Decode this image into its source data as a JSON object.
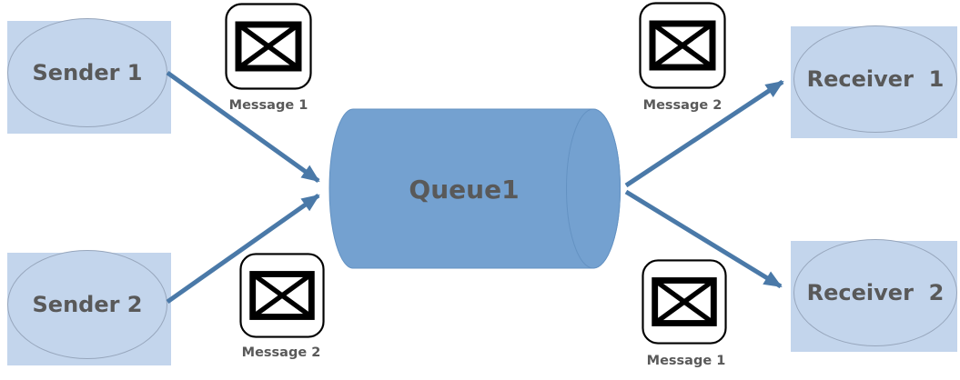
{
  "diagram": {
    "type": "message-queue-flow",
    "nodes": {
      "sender1": {
        "label": "Sender 1"
      },
      "sender2": {
        "label": "Sender 2"
      },
      "queue": {
        "label": "Queue1"
      },
      "receiver1": {
        "label": "Receiver  1"
      },
      "receiver2": {
        "label": "Receiver  2"
      }
    },
    "messages": {
      "top_left": {
        "label": "Message 1"
      },
      "bottom_left": {
        "label": "Message 2"
      },
      "top_right": {
        "label": "Message 2"
      },
      "bottom_right": {
        "label": "Message 1"
      }
    },
    "edges": [
      {
        "from": "Sender 1",
        "to": "Queue1"
      },
      {
        "from": "Sender 2",
        "to": "Queue1"
      },
      {
        "from": "Queue1",
        "to": "Receiver  1"
      },
      {
        "from": "Queue1",
        "to": "Receiver  2"
      }
    ]
  },
  "colors": {
    "background": "#ffffff",
    "node_fill": "#c3d5ec",
    "node_border": "#97a6bc",
    "queue_fill": "#74a1d0",
    "queue_border": "#6492c2",
    "arrow": "#4a79a8",
    "text": "#595959",
    "icon_stroke": "#000000",
    "icon_fill": "#ffffff"
  }
}
